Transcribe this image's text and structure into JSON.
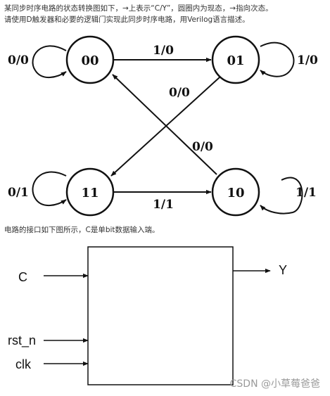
{
  "intro": {
    "line1": "某同步时序电路的状态转换图如下，→上表示“C/Y”，圆圈内为现态，→指向次态。",
    "line2": "请使用D触发器和必要的逻辑门实现此同步时序电路，用Verilog语言描述。"
  },
  "state_diagram": {
    "states": [
      "00",
      "01",
      "11",
      "10"
    ],
    "transitions": [
      {
        "from": "00",
        "to": "00",
        "label": "0/0"
      },
      {
        "from": "00",
        "to": "01",
        "label": "1/0"
      },
      {
        "from": "01",
        "to": "01",
        "label": "1/0"
      },
      {
        "from": "01",
        "to": "11",
        "label": "0/0"
      },
      {
        "from": "10",
        "to": "00",
        "label": "0/0"
      },
      {
        "from": "11",
        "to": "11",
        "label": "0/1"
      },
      {
        "from": "11",
        "to": "10",
        "label": "1/1"
      },
      {
        "from": "10",
        "to": "10",
        "label": "1/1"
      }
    ]
  },
  "interface_caption": "电路的接口如下图所示，C是单bit数据输入端。",
  "interface": {
    "inputs": [
      "C",
      "rst_n",
      "clk"
    ],
    "output": "Y"
  },
  "watermark": "CSDN @小草莓爸爸"
}
